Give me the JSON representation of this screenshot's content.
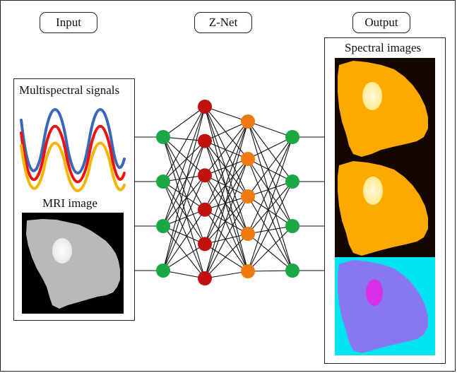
{
  "headers": {
    "input": "Input",
    "network": "Z-Net",
    "output": "Output"
  },
  "input_panel": {
    "signals_title": "Multispectral signals",
    "mri_title": "MRI image"
  },
  "output_panel": {
    "title": "Spectral images"
  },
  "colors": {
    "signal_series": [
      "#3a68b8",
      "#ee1111",
      "#f5b400"
    ],
    "input_layer": "#1aa844",
    "hidden_layer_1": "#c01010",
    "hidden_layer_2": "#ee7a10",
    "output_layer": "#1aa844",
    "spectral_orange": "#fdaa00",
    "spectral_cyan": "#00e5f0",
    "spectral_purple": "#8878f0"
  },
  "network": {
    "layers": [
      {
        "name": "input",
        "nodes": 4
      },
      {
        "name": "hidden-1",
        "nodes": 6
      },
      {
        "name": "hidden-2",
        "nodes": 5
      },
      {
        "name": "output",
        "nodes": 4
      }
    ]
  }
}
